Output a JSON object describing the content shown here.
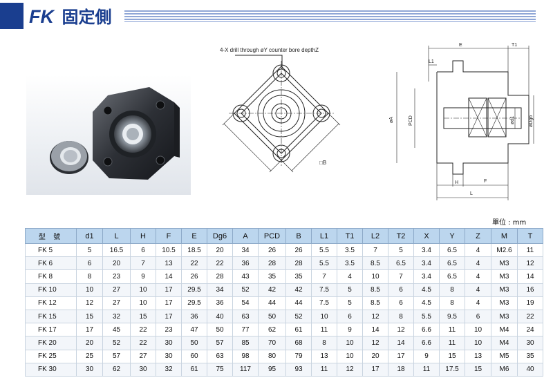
{
  "header": {
    "model": "FK",
    "name": "固定側"
  },
  "note": "4-X drill through øY counter bore depthZ",
  "unit_label": "單位 : mm",
  "drawing_labels": {
    "front_square": "□B",
    "E": "E",
    "T1": "T1",
    "L1": "L1",
    "A": "øA",
    "PCD": "PCD",
    "d1": "ød1",
    "Dg6": "øDg6",
    "H": "H",
    "F": "F",
    "L": "L"
  },
  "table": {
    "headers": [
      "型 號",
      "d1",
      "L",
      "H",
      "F",
      "E",
      "Dg6",
      "A",
      "PCD",
      "B",
      "L1",
      "T1",
      "L2",
      "T2",
      "X",
      "Y",
      "Z",
      "M",
      "T"
    ],
    "rows": [
      [
        "FK 5",
        "5",
        "16.5",
        "6",
        "10.5",
        "18.5",
        "20",
        "34",
        "26",
        "26",
        "5.5",
        "3.5",
        "7",
        "5",
        "3.4",
        "6.5",
        "4",
        "M2.6",
        "11"
      ],
      [
        "FK 6",
        "6",
        "20",
        "7",
        "13",
        "22",
        "22",
        "36",
        "28",
        "28",
        "5.5",
        "3.5",
        "8.5",
        "6.5",
        "3.4",
        "6.5",
        "4",
        "M3",
        "12"
      ],
      [
        "FK 8",
        "8",
        "23",
        "9",
        "14",
        "26",
        "28",
        "43",
        "35",
        "35",
        "7",
        "4",
        "10",
        "7",
        "3.4",
        "6.5",
        "4",
        "M3",
        "14"
      ],
      [
        "FK 10",
        "10",
        "27",
        "10",
        "17",
        "29.5",
        "34",
        "52",
        "42",
        "42",
        "7.5",
        "5",
        "8.5",
        "6",
        "4.5",
        "8",
        "4",
        "M3",
        "16"
      ],
      [
        "FK 12",
        "12",
        "27",
        "10",
        "17",
        "29.5",
        "36",
        "54",
        "44",
        "44",
        "7.5",
        "5",
        "8.5",
        "6",
        "4.5",
        "8",
        "4",
        "M3",
        "19"
      ],
      [
        "FK 15",
        "15",
        "32",
        "15",
        "17",
        "36",
        "40",
        "63",
        "50",
        "52",
        "10",
        "6",
        "12",
        "8",
        "5.5",
        "9.5",
        "6",
        "M3",
        "22"
      ],
      [
        "FK 17",
        "17",
        "45",
        "22",
        "23",
        "47",
        "50",
        "77",
        "62",
        "61",
        "11",
        "9",
        "14",
        "12",
        "6.6",
        "11",
        "10",
        "M4",
        "24"
      ],
      [
        "FK 20",
        "20",
        "52",
        "22",
        "30",
        "50",
        "57",
        "85",
        "70",
        "68",
        "8",
        "10",
        "12",
        "14",
        "6.6",
        "11",
        "10",
        "M4",
        "30"
      ],
      [
        "FK 25",
        "25",
        "57",
        "27",
        "30",
        "60",
        "63",
        "98",
        "80",
        "79",
        "13",
        "10",
        "20",
        "17",
        "9",
        "15",
        "13",
        "M5",
        "35"
      ],
      [
        "FK 30",
        "30",
        "62",
        "30",
        "32",
        "61",
        "75",
        "117",
        "95",
        "93",
        "11",
        "12",
        "17",
        "18",
        "11",
        "17.5",
        "15",
        "M6",
        "40"
      ]
    ]
  }
}
